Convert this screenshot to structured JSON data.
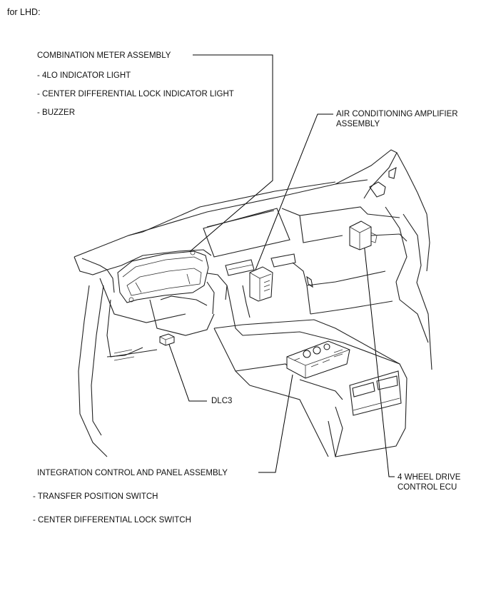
{
  "caption": "for LHD:",
  "labels": {
    "combination_meter": "COMBINATION METER ASSEMBLY",
    "indicator_4lo": "- 4LO INDICATOR LIGHT",
    "center_diff_indicator": "- CENTER DIFFERENTIAL LOCK INDICATOR LIGHT",
    "buzzer": "- BUZZER",
    "ac_amplifier": "AIR CONDITIONING AMPLIFIER\nASSEMBLY",
    "dlc3": "DLC3",
    "integration_control": "INTEGRATION CONTROL AND PANEL ASSEMBLY",
    "transfer_switch": "- TRANSFER POSITION SWITCH",
    "center_diff_switch": "- CENTER DIFFERENTIAL LOCK SWITCH",
    "four_wd_ecu": "4 WHEEL DRIVE\nCONTROL ECU"
  }
}
